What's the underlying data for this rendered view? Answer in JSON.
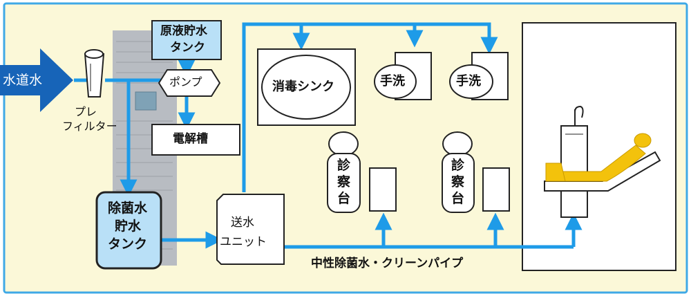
{
  "colors": {
    "background": "#fbf8d8",
    "frame": "#3fa9e6",
    "pipe": "#1e9be8",
    "inlet_arrow": "#1764b8",
    "tank_fill": "#b9e0f7",
    "patient": "#f3c20c",
    "unit_body": "#b8bcc2"
  },
  "icons": [
    "inlet-arrow-icon",
    "flow-arrow-icon",
    "patient-icon",
    "water-glass-icon"
  ],
  "labels": {
    "tap_water": "水道水",
    "pre_filter_1": "プレ",
    "pre_filter_2": "フィルター",
    "raw_tank_1": "原液貯水",
    "raw_tank_2": "タンク",
    "pump": "ポンプ",
    "electrolysis": "電解槽",
    "sterile_tank_1": "除菌水",
    "sterile_tank_2": "貯水",
    "sterile_tank_3": "タンク",
    "supply_unit_1": "送水",
    "supply_unit_2": "ユニット",
    "sink": "消毒シンク",
    "hand_wash_1": "手洗",
    "hand_wash_2": "手洗",
    "exam_table_1": [
      "診",
      "察",
      "台"
    ],
    "exam_table_2": [
      "診",
      "察",
      "台"
    ],
    "pipe_label": "中性除菌水・クリーンパイプ"
  }
}
